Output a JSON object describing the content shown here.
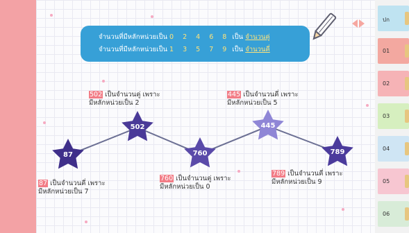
{
  "info": {
    "line1_prefix": "จำนวนที่มีหลักหน่วยเป็น",
    "line1_digits": "0 2 4 6 8",
    "line1_mid": "เป็น",
    "line1_highlight": "จำนวนคู่",
    "line2_prefix": "จำนวนที่มีหลักหน่วยเป็น",
    "line2_digits": "1 3 5 7 9",
    "line2_mid": "เป็น",
    "line2_highlight": "จำนวนคี่"
  },
  "stars": [
    {
      "value": "87",
      "color": "#3f2f8a"
    },
    {
      "value": "502",
      "color": "#4a3a98"
    },
    {
      "value": "760",
      "color": "#5a4aa9"
    },
    {
      "value": "445",
      "color": "#8f86d6"
    },
    {
      "value": "789",
      "color": "#4b3b9c"
    }
  ],
  "captions": [
    {
      "tag": "87",
      "line1": "เป็นจำนวนคี่ เพราะ",
      "line2": "มีหลักหน่วยเป็น 7"
    },
    {
      "tag": "502",
      "line1": "เป็นจำนวนคู่ เพราะ",
      "line2": "มีหลักหน่วยเป็น 2"
    },
    {
      "tag": "760",
      "line1": "เป็นจำนวนคู่ เพราะ",
      "line2": "มีหลักหน่วยเป็น 0"
    },
    {
      "tag": "445",
      "line1": "เป็นจำนวนคี่ เพราะ",
      "line2": "มีหลักหน่วยเป็น 5"
    },
    {
      "tag": "789",
      "line1": "เป็นจำนวนคี่ เพราะ",
      "line2": "มีหลักหน่วยเป็น 9"
    }
  ],
  "thumbs": [
    {
      "label": "ปก",
      "color": "#bfe3f1"
    },
    {
      "label": "01",
      "color": "#f3a8a0"
    },
    {
      "label": "02",
      "color": "#f6b3b6"
    },
    {
      "label": "03",
      "color": "#d6efbf"
    },
    {
      "label": "04",
      "color": "#cfe5f4"
    },
    {
      "label": "05",
      "color": "#f7c6d1"
    },
    {
      "label": "06",
      "color": "#d8ecd8"
    }
  ]
}
